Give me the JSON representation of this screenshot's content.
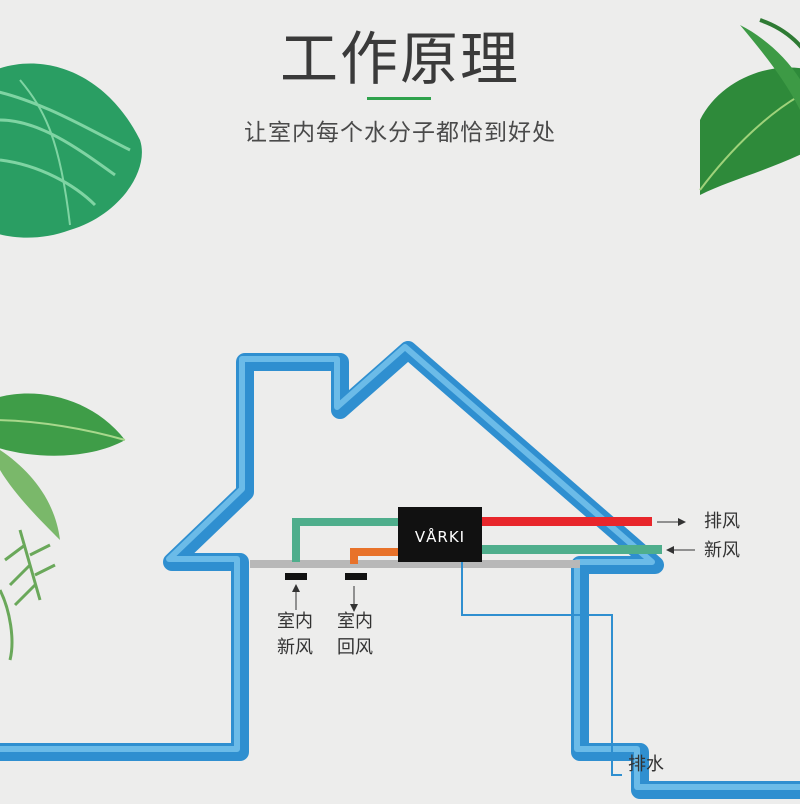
{
  "header": {
    "title": "工作原理",
    "subtitle": "让室内每个水分子都恰到好处"
  },
  "diagram": {
    "unit_brand": "VÅRKI",
    "labels": {
      "exhaust": "排风",
      "fresh_air": "新风",
      "indoor_fresh_line1": "室内",
      "indoor_fresh_line2": "新风",
      "indoor_return_line1": "室内",
      "indoor_return_line2": "回风",
      "drain": "排水"
    }
  },
  "colors": {
    "house_outline": "#2f8fd0",
    "house_outline_light": "#6bbbe8",
    "exhaust_pipe": "#e8262b",
    "fresh_pipe": "#4fae8c",
    "return_pipe": "#e8722a",
    "unit_body": "#111111",
    "accent_rule": "#2fa24c"
  }
}
